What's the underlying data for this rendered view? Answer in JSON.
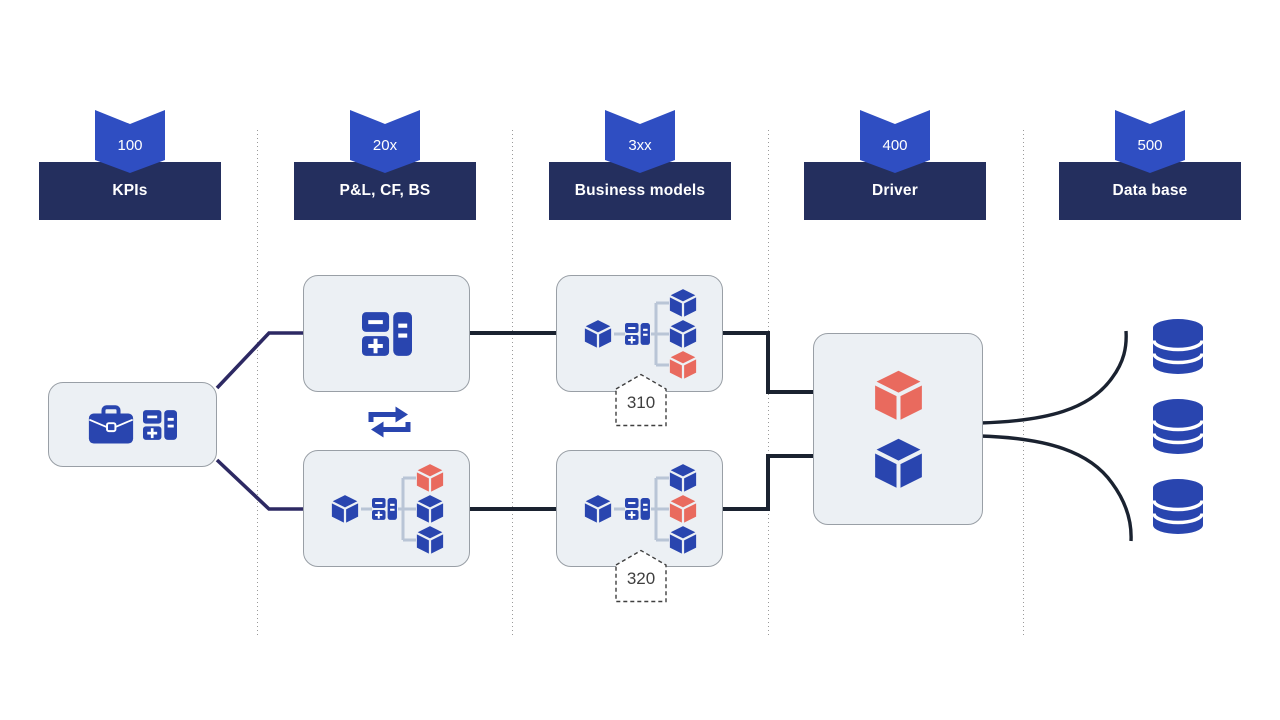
{
  "colors": {
    "ribbon_blue": "#2F4EC2",
    "header_navy": "#242F5E",
    "blue": "#2945AF",
    "red": "#E96A5E",
    "box_fill": "#ECF0F4",
    "box_border": "#999FA6",
    "connector_dark": "#1A2230",
    "connector_indigo": "#2D2963",
    "cluster_line": "#B9C5D6",
    "separator_gray": "#9A9A9A",
    "badge_text": "#3F3F3F"
  },
  "columns": [
    {
      "code": "100",
      "label": "KPIs"
    },
    {
      "code": "20x",
      "label": "P&L, CF, BS"
    },
    {
      "code": "3xx",
      "label": "Business models"
    },
    {
      "code": "400",
      "label": "Driver"
    },
    {
      "code": "500",
      "label": "Data base"
    }
  ],
  "badges": {
    "business_model_top": "310",
    "business_model_bottom": "320"
  },
  "clusters": {
    "pl_bottom": [
      "red",
      "blue",
      "blue"
    ],
    "bm_top": [
      "blue",
      "blue",
      "red"
    ],
    "bm_bottom": [
      "blue",
      "red",
      "blue"
    ]
  },
  "icons": {
    "kpi_box": "briefcase-and-calculator",
    "pl_top_box": "calculator",
    "between_pl_boxes": "sync-arrows",
    "cluster_boxes": "cube-network-with-calculator",
    "driver_box": [
      "red-cube",
      "blue-cube"
    ],
    "database_column": [
      "database",
      "database",
      "database"
    ]
  }
}
